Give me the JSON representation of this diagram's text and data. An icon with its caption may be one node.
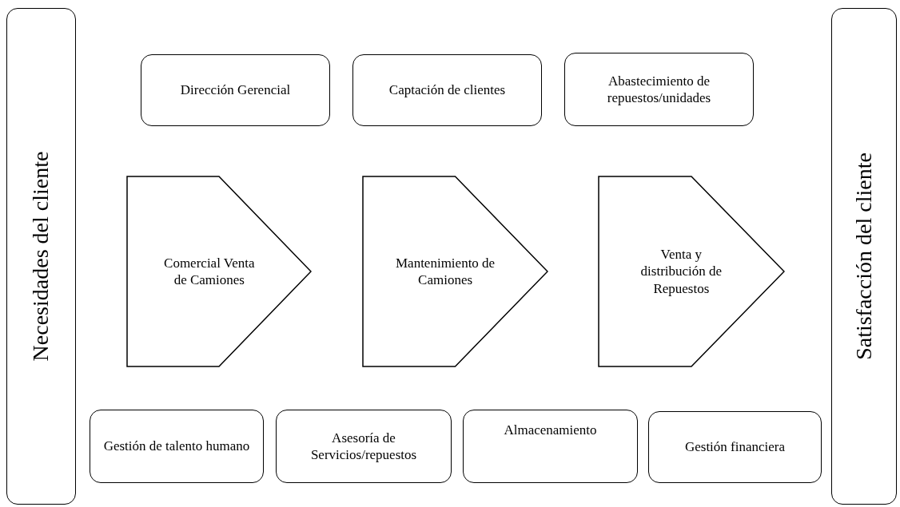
{
  "diagram": {
    "nodes": [
      {
        "text": [
          "Necesidades del cliente"
        ]
      },
      {
        "text": [
          "Dirección Gerencial"
        ]
      },
      {
        "text": [
          "Captación de clientes"
        ]
      },
      {
        "text": [
          "Abastecimiento de repuestos/unidades"
        ]
      },
      {
        "text": [
          "Comercial Venta de Camiones"
        ]
      },
      {
        "text": [
          "Mantenimiento de Camiones"
        ]
      },
      {
        "text": [
          "Venta y distribución de Repuestos"
        ]
      },
      {
        "text": [
          "Gestión de talento humano"
        ]
      },
      {
        "text": [
          "Asesoría de Servicios/repuestos"
        ]
      },
      {
        "text": [
          "Almacenamiento"
        ]
      },
      {
        "text": [
          "Gestión financiera"
        ]
      },
      {
        "text": [
          "Satisfacción del cliente"
        ]
      }
    ]
  }
}
